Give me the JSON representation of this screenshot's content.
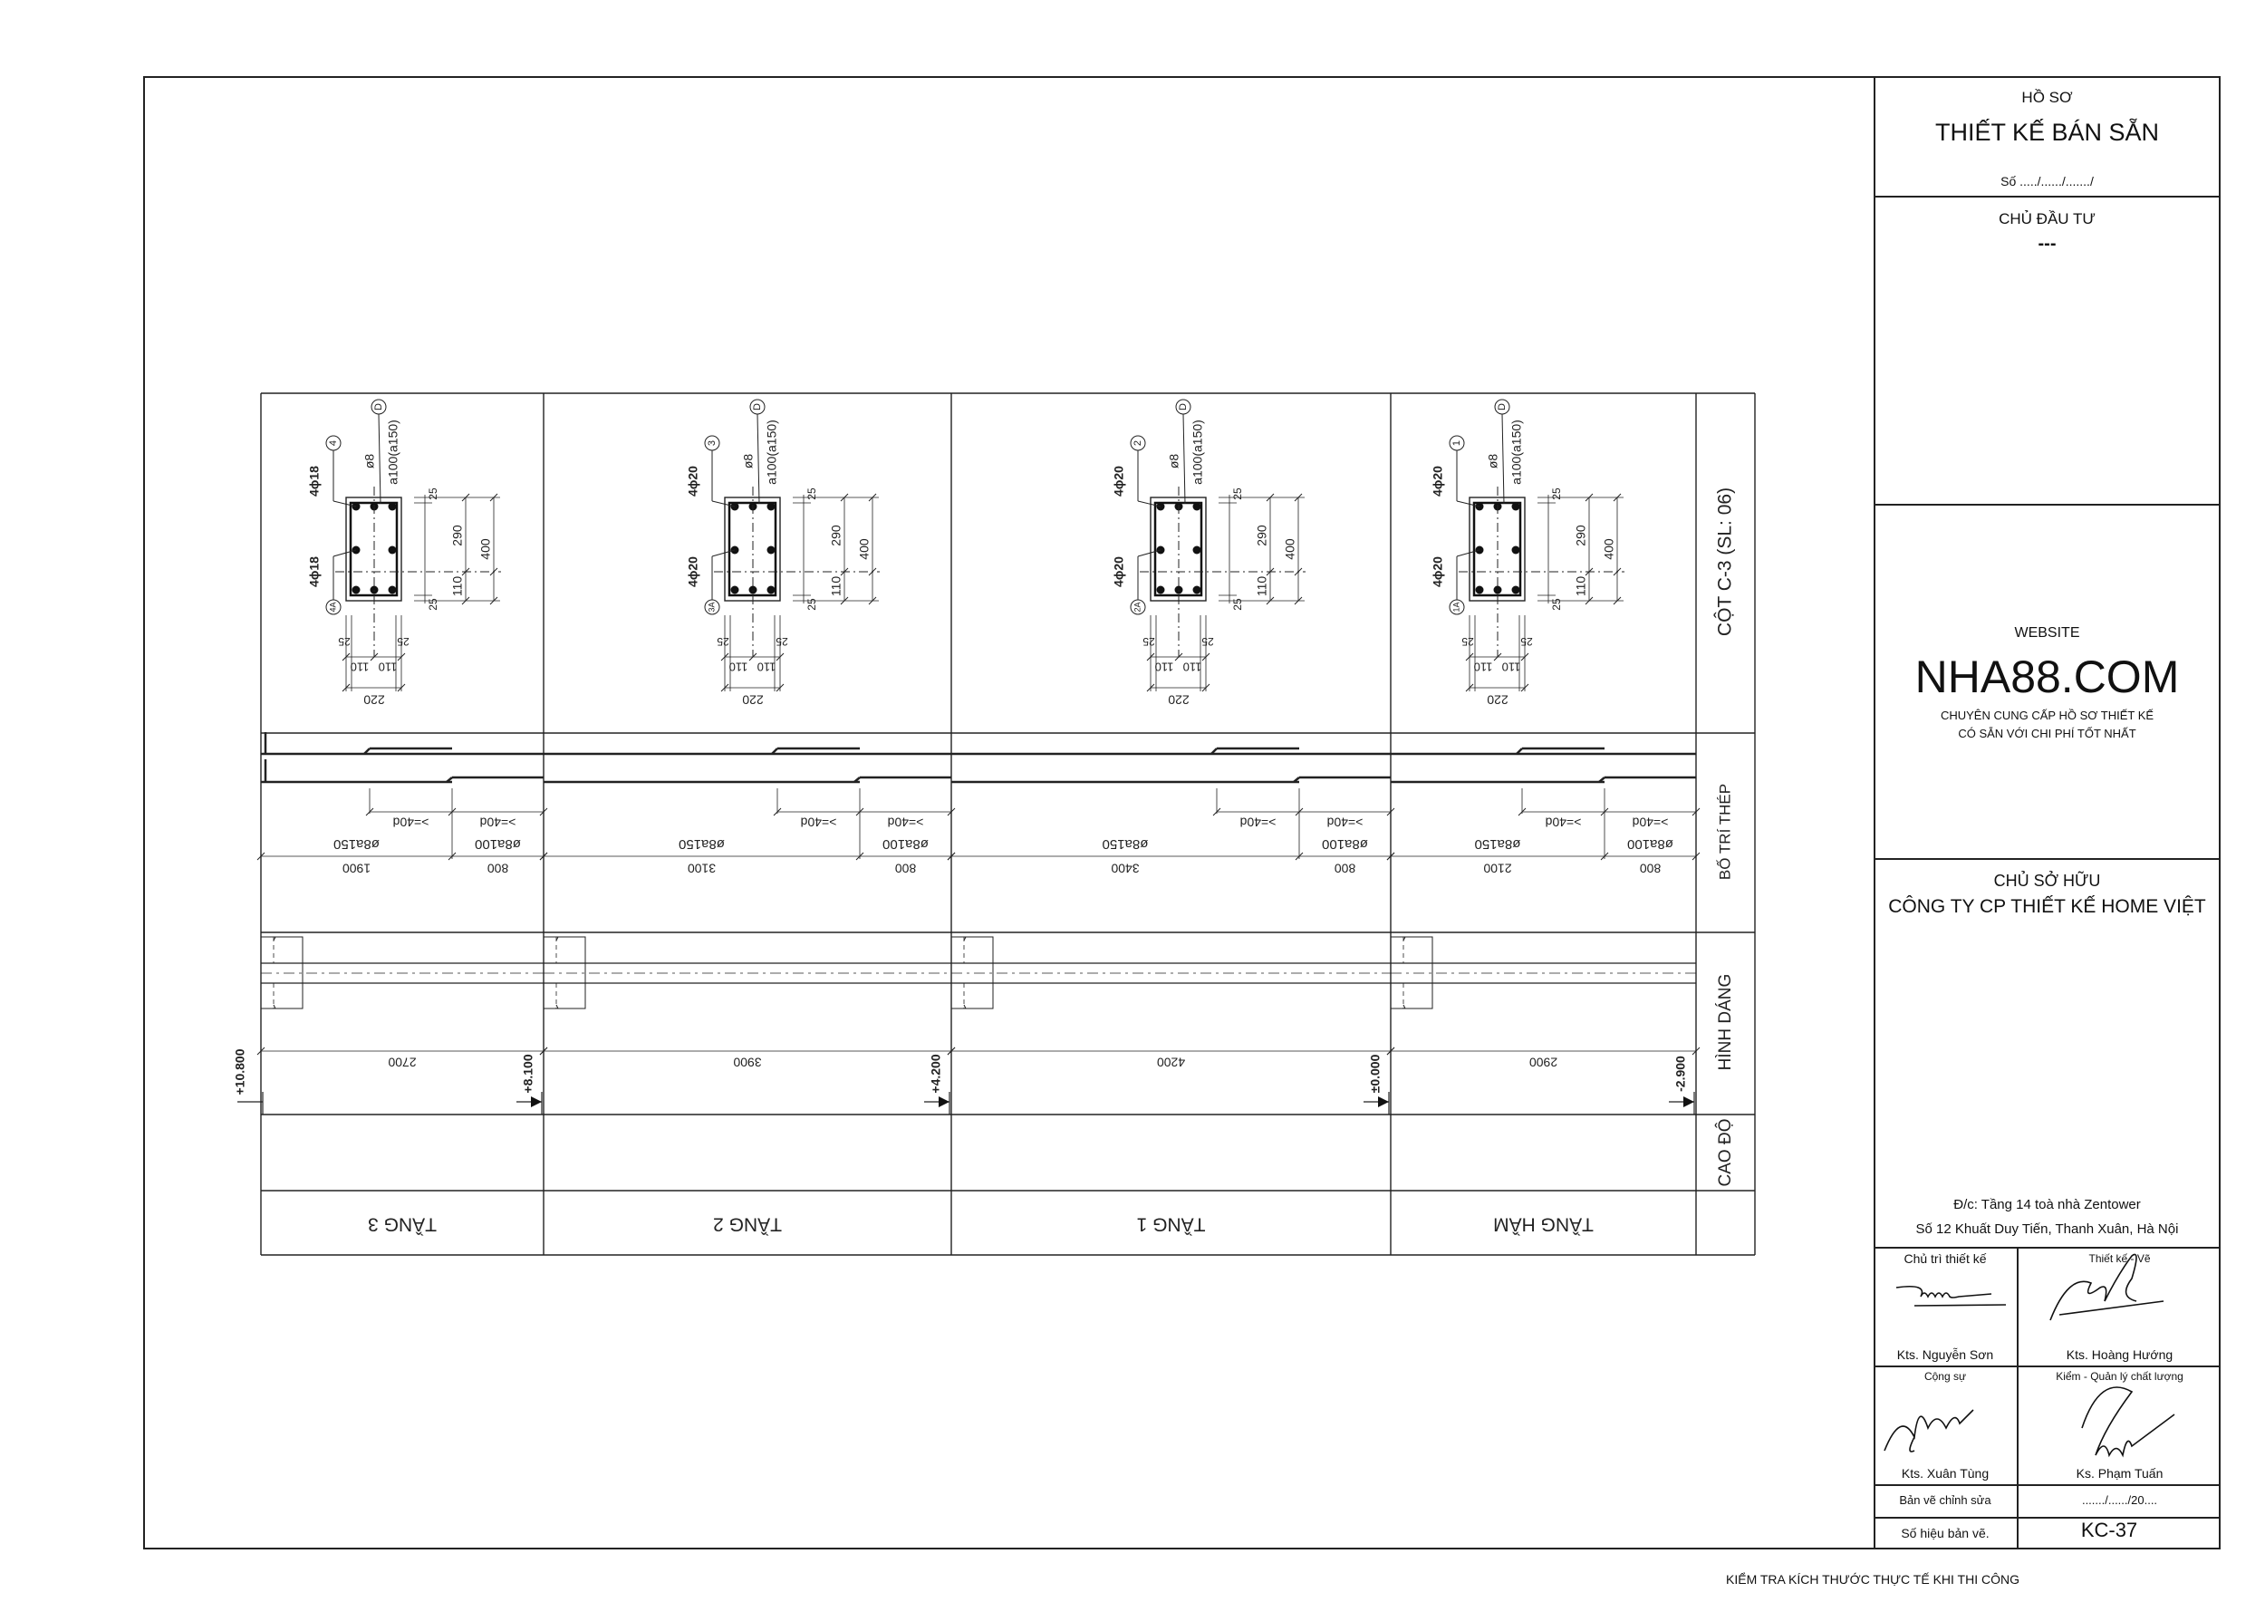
{
  "title_block": {
    "ho_so": "HỒ SƠ",
    "project": "THIẾT KẾ BÁN SẴN",
    "so": "Số ...../....../......./",
    "chu_dau_tu_label": "CHỦ ĐẦU TƯ",
    "chu_dau_tu_value": "---",
    "website_label": "WEBSITE",
    "website": "NHA88.COM",
    "slogan_1": "CHUYÊN CUNG CẤP HỒ SƠ THIẾT KẾ",
    "slogan_2": "CÓ SẴN VỚI CHI PHÍ TỐT NHẤT",
    "chu_so_huu_label": "CHỦ SỞ HỮU",
    "chu_so_huu": "CÔNG TY CP THIẾT KẾ HOME VIỆT",
    "address_1": "Đ/c: Tầng 14 toà nhà Zentower",
    "address_2": "Số 12 Khuất Duy Tiến, Thanh Xuân, Hà Nội",
    "roles": [
      {
        "role": "Chủ trì thiết kế",
        "name": "Kts. Nguyễn Sơn"
      },
      {
        "role": "Thiết kế - Vẽ",
        "name": "Kts. Hoàng Hướng"
      },
      {
        "role": "Cộng sự",
        "name": "Kts. Xuân Tùng"
      },
      {
        "role": "Kiểm - Quản lý chất lượng",
        "name": "Ks. Phạm Tuấn"
      }
    ],
    "revision_label": "Bản vẽ chỉnh sửa",
    "revision_value": "......./....../20....",
    "drawing_no_label": "Số hiệu bản vẽ.",
    "drawing_no": "KC-37"
  },
  "footer_note": "KIỂM TRA KÍCH THƯỚC THỰC TẾ KHI THI CÔNG",
  "row_labels": {
    "section": "CỘT C-3 (SL: 06)",
    "rebar": "BỐ TRÍ THÉP",
    "shape": "HÌNH DÁNG",
    "level": "CAO ĐỘ"
  },
  "top_elevation": "+10.800",
  "section_dims": {
    "cover": "25",
    "d290": "290",
    "d110": "110",
    "d400": "400",
    "w110": "110",
    "w220": "220"
  },
  "stirrup": {
    "dia": "ø8",
    "spacing": "a100(a150)",
    "mark": "D"
  },
  "lap": ">=40d",
  "columns": [
    {
      "floor": "TẦNG 3",
      "top_bars": "4ɸ18",
      "top_mark": "4",
      "bot_bars": "4ɸ18",
      "bot_mark": "4A",
      "len_a": "1900",
      "len_b": "800",
      "spacing_a": "ø8a150",
      "spacing_b": "ø8a100",
      "height": "2700",
      "elevation": "+8.100"
    },
    {
      "floor": "TẦNG 2",
      "top_bars": "4ɸ20",
      "top_mark": "3",
      "bot_bars": "4ɸ20",
      "bot_mark": "3A",
      "len_a": "3100",
      "len_b": "800",
      "spacing_a": "ø8a150",
      "spacing_b": "ø8a100",
      "height": "3900",
      "elevation": "+4.200"
    },
    {
      "floor": "TẦNG 1",
      "top_bars": "4ɸ20",
      "top_mark": "2",
      "bot_bars": "4ɸ20",
      "bot_mark": "2A",
      "len_a": "3400",
      "len_b": "800",
      "spacing_a": "ø8a150",
      "spacing_b": "ø8a100",
      "height": "4200",
      "elevation": "±0.000"
    },
    {
      "floor": "TẦNG HẦM",
      "top_bars": "4ɸ20",
      "top_mark": "1",
      "bot_bars": "4ɸ20",
      "bot_mark": "1A",
      "len_a": "2100",
      "len_b": "800",
      "spacing_a": "ø8a150",
      "spacing_b": "ø8a100",
      "height": "2900",
      "elevation": "-2.900"
    }
  ]
}
